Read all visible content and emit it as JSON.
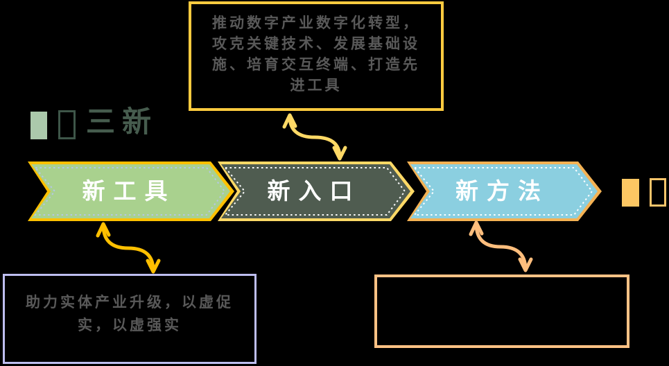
{
  "background": "#000000",
  "header": {
    "title": "三新",
    "title_color": "#465C4E",
    "filled_square_color": "#ABC9AB",
    "outline_square_color": "#3E5649"
  },
  "banners": [
    {
      "label": "新工具",
      "fill": "#A9D18E",
      "border": "#FFC000",
      "dash": "#B4C7E7",
      "label_color": "#FFFFFF"
    },
    {
      "label": "新入口",
      "fill": "#4F5C50",
      "border": "#FFD966",
      "dash": "#FFFFFF",
      "label_color": "#FFFFFF"
    },
    {
      "label": "新方法",
      "fill": "#8BCFE0",
      "border": "#F4B254",
      "dash": "#FFFFFF",
      "label_color": "#FFFFFF"
    }
  ],
  "callouts": {
    "top": {
      "text": "推动数字产业数字化转型，攻克关键技术、发展基础设施、培育交互终端、打造先进工具",
      "border_color": "#FECB3F",
      "text_color": "#595959"
    },
    "bottom_left": {
      "text": "助力实体产业升级，以虚促实，以虚强实",
      "border_color": "#BEBEF0",
      "text_color": "#595959"
    },
    "bottom_right": {
      "text": "",
      "border_color": "#FFC285"
    }
  },
  "arrows": [
    {
      "name": "top-connector",
      "color": "#FFD966"
    },
    {
      "name": "left-connector",
      "color": "#FFC000"
    },
    {
      "name": "right-connector",
      "color": "#FFBE7D"
    }
  ],
  "right_markers": {
    "filled_square_color": "#FDC763",
    "outline_square_color": "#FBC56B"
  }
}
